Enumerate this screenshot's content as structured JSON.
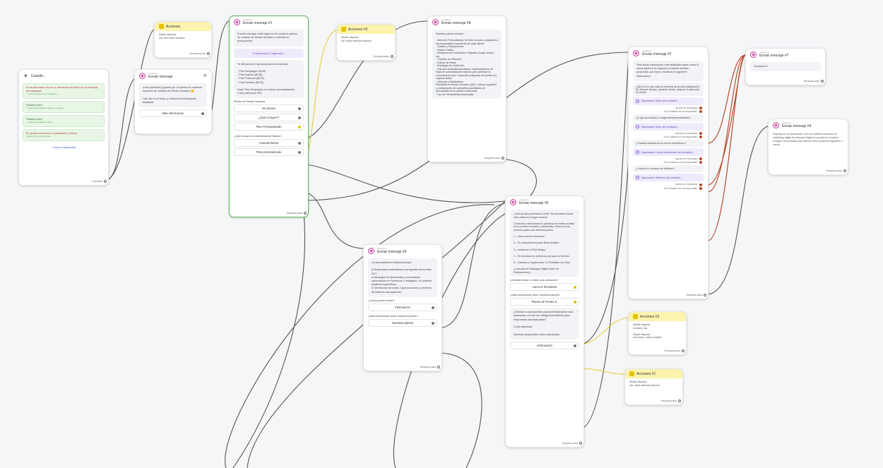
{
  "trigger": {
    "title": "Cuando...",
    "items": [
      {
        "text": "El usuario hace clic en un elemento de botón en su mensaje de Instagram",
        "sub": "↗ Ajusta el ingreso en Instagram"
      },
      {
        "text": "Palabra clave",
        "sub": "↗ Ajusta las palabras clave en mensaje"
      },
      {
        "text": "Palabra clave",
        "sub": "↗ Ajusta las palabras clave"
      },
      {
        "text": "El usuario menciona tu publicación o Story",
        "sub": "Ajusta la Story del usuario"
      }
    ],
    "add": "+ Nuevo disparador",
    "next": "Entonces"
  },
  "acciones_top": {
    "title": "Acciones",
    "body": "Añadir etiqueta\ncta: info redes sociales",
    "next": "Después pasa"
  },
  "msg_intro": {
    "sub": "Instagram",
    "title": "Enviar mensaje",
    "bubble": "¡Hola [Nombre]! gracias por tu interés en nuestros servicios de Gestión de Redes Sociales 😊\n\nHaz clic en el botón y recibirás la información detallada.",
    "button": "Más información"
  },
  "msg1": {
    "sub": "Instagram",
    "title": "Enviar mensaje #1",
    "bubble1": "Puedes escoger entre algunos de nuestros planes de Gestión de Redes Sociales o solicitar un presupuesto.",
    "wait": "Esperando 3 segundos...",
    "bubble2": "Te ofrecemos 4 opciones para tu empresa:\n\n- Plan Despegue ($100)\n- Plan Avance ($145)\n- Plan Potencia ($375)\n- Plan Dominio ($275)\n\nNota: Plan Despegue no incluye automatización. Costo adicional: $75.",
    "section1": "Planes de Redes Sociales",
    "buttons1": [
      "Ver planes",
      "¿Qué incluyen?",
      "Plan Personalizado"
    ],
    "section2": "¿Qué incluye la Automatización Básica?",
    "buttons2": [
      "Características",
      "Plan personalizado"
    ],
    "next": "Después pasa"
  },
  "acciones3": {
    "title": "Acciones #3",
    "body": "Añadir etiqueta\ncta: visita sitioweb ahacom",
    "next": "Después pasa"
  },
  "msg8": {
    "sub": "Instagram",
    "title": "Enviar mensaje #8",
    "bubble": "Nuestros planes incluyen:\n\n- Atención Personalizada: Un trato cercano y adaptado a las necesidades específicas de cada cliente.\n- Gestión y Publicaciones.\n- Diseño Gráfico\n- Redacción de Contenidos Originales (copys, temas, hs).\n- Creación de Historias.\n- Edición de Reels\n- Estrategia de Contenido.\n- Solución Automatizada Básica: Implementación de flujos de automatización básicos para optimizar la comunicación (incl. responder preguntas frecuentes y/o capturar leads.\n- Informes y Estadísticas.\nPublicidad en Redes Sociales (ADS): Incluye la gestión y configuración de campañas publicitarias (el presupuesto de la pauta es adicional).\n- Uso de Herramientas Avanzadas.",
    "next": "Después pasa"
  },
  "msg5": {
    "sub": "Instagram",
    "title": "Enviar mensaje #5",
    "bubble": "La automatización Básica incluye:\n\n● Respuestas automáticas a preguntas frecuentes 24/7.\n● Mensajes de bienvenida y comentarios automáticos en Facebook e Instagram, al contener palabras específicas.\n● Generación de leads: Captura emails y números de teléfono directamente.",
    "section1": "¿Cómo puedo iniciar?",
    "button1": "Información",
    "section2": "¿Más información sobre nuestros planes?",
    "button2": "Nuestros planes",
    "next": "Después pasa"
  },
  "msg6": {
    "sub": "Instagram",
    "title": "Enviar mensaje #6",
    "bubble": "¿Listo ya para potenciar tu éxito? No necesitas buscar más, estás en el lugar correcto.\n\nComenzar a transformar tu presencia en redes sociales es un proceso sencillo y colaborativo. Estos son los primeros pasos que daremos juntos:\n\n1 – Llena nuestro formulario.\n\n2 – Te contactaremos para afinar detalles.\n\n3 – Activemos tu Plan (Pago)\n\n4 – Te enviamos los primeros post para su revisión.\n\n5 – Cambios y Sugerencias: Tu Feedback nos Guía\n\n¿Listo para el Despegue Digital (inicio de Publicaciones)...",
    "section1": "¿Deseas iniciar o recibir una cotización?",
    "button1": "Llena el formulario",
    "section2": "¿Más información sobre nuestros planes?",
    "button2": "Planes de Redes S.",
    "bubble2": "¿Deseas una propuesta para Automatización más Avanzada o el uso de Inteligencia Artificial para respuestas automatizadas?\n\nCosto adicional.\n\nEstamos preparados estas avanzadas.",
    "button3": "Información",
    "next": "Después pasa"
  },
  "msg2": {
    "sub": "Instagram",
    "title": "Enviar mensaje #2",
    "bubble": "Para darte información más detallada sobre cómo la oferta aplica a tu negocio y enviarte nuestra propuesta, por favor, envíanos la siguiente información:",
    "q1": "¿Qué es lo que más te interesa de la automatización? Ej: Ahorrar tiempo, generar leads, mejorar la atención al cliente",
    "w1": "Esperando Texto del contacto...",
    "q2": "¿A qué se dedica tu negocio/emprendimiento?",
    "w2": "Esperando Texto del contacto...",
    "q3": "¿Podrías facilitarme tu correo electrónico?",
    "w3": "Esperando Correo electrónico del contacto...",
    "q4": "¿Cuál es tu número de teléfono?",
    "w4": "Esperando Teléfono del contacto...",
    "ok": "Acción en respuesta",
    "no": "Si el contacto no ha respondido",
    "next": "Después pasa"
  },
  "msg7": {
    "sub": "Instagram",
    "title": "Enviar mensaje #7",
    "bubble": "¡Gracias #!!",
    "next": "Después pasa"
  },
  "msg4": {
    "sub": "Instagram",
    "title": "Enviar mensaje #4",
    "bubble": "Gracias por la información. Uno de nuestros asesores en marketing digital de Ahacom Digital se pondrá en contacto contigo a la brevedad para discutir cómo podemos ayudarte a crecer.",
    "next": "Después pasa"
  },
  "acciones2": {
    "title": "Acciones #2",
    "body": "Añadir etiqueta\ncontacto: wa\n\nAñadir etiqueta\nformulario: redes sociales",
    "next": "Después pasa"
  },
  "acciones1": {
    "title": "Acciones #1",
    "body": "Añadir etiqueta\ncta: visita sitioweb ahacom",
    "next": "Después pasa"
  }
}
